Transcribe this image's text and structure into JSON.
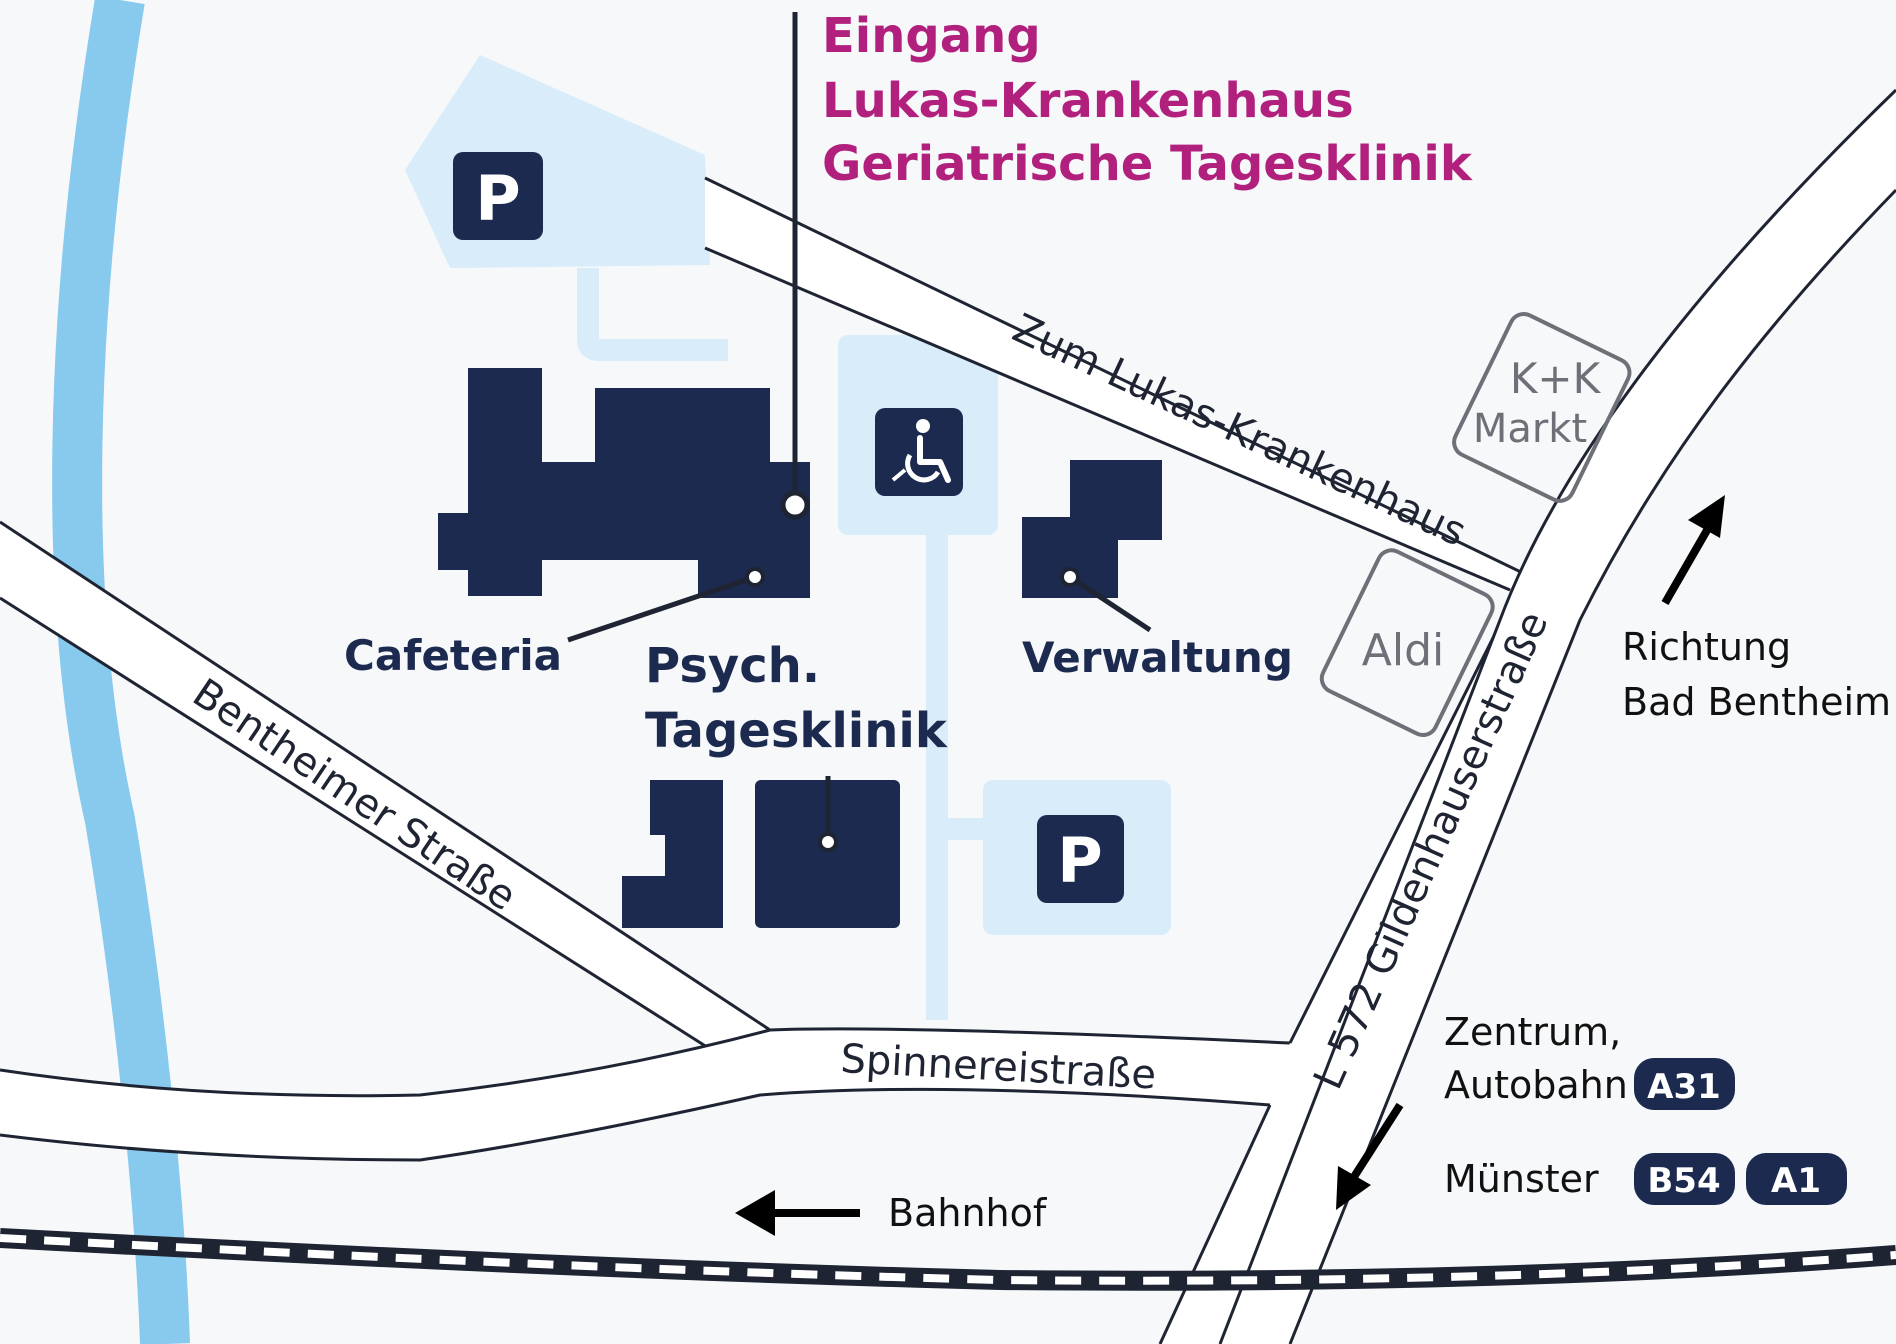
{
  "colors": {
    "background": "#f6f8fa",
    "building": "#1c2a4f",
    "area": "#d9ecf9",
    "river": "#88c9ee",
    "road_outline": "#1f2433",
    "heading": "#b2207e",
    "label": "#1c2a4f",
    "shop": "#6e7078"
  },
  "entrance": {
    "line1": "Eingang",
    "line2": "Lukas-Krankenhaus",
    "line3": "Geriatrische Tagesklinik"
  },
  "parking": {
    "symbol": "P"
  },
  "accessible": {
    "icon": "wheelchair-icon"
  },
  "buildings": {
    "cafeteria": "Cafeteria",
    "psych_line1": "Psych.",
    "psych_line2": "Tagesklinik",
    "verwaltung": "Verwaltung"
  },
  "shops": {
    "kk_line1": "K+K",
    "kk_line2": "Markt",
    "aldi": "Aldi"
  },
  "streets": {
    "lukas": "Zum Lukas-Krankenhaus",
    "bentheimer": "Bentheimer Straße",
    "spinnerei": "Spinnereistraße",
    "gildenhauser": "L 572 Gildenhauserstraße"
  },
  "directions": {
    "bad_bentheim_line1": "Richtung",
    "bad_bentheim_line2": "Bad Bentheim",
    "zentrum_line1": "Zentrum,",
    "zentrum_line2": "Autobahn",
    "muenster": "Münster",
    "bahnhof": "Bahnhof",
    "badge_a31": "A31",
    "badge_b54": "B54",
    "badge_a1": "A1"
  }
}
